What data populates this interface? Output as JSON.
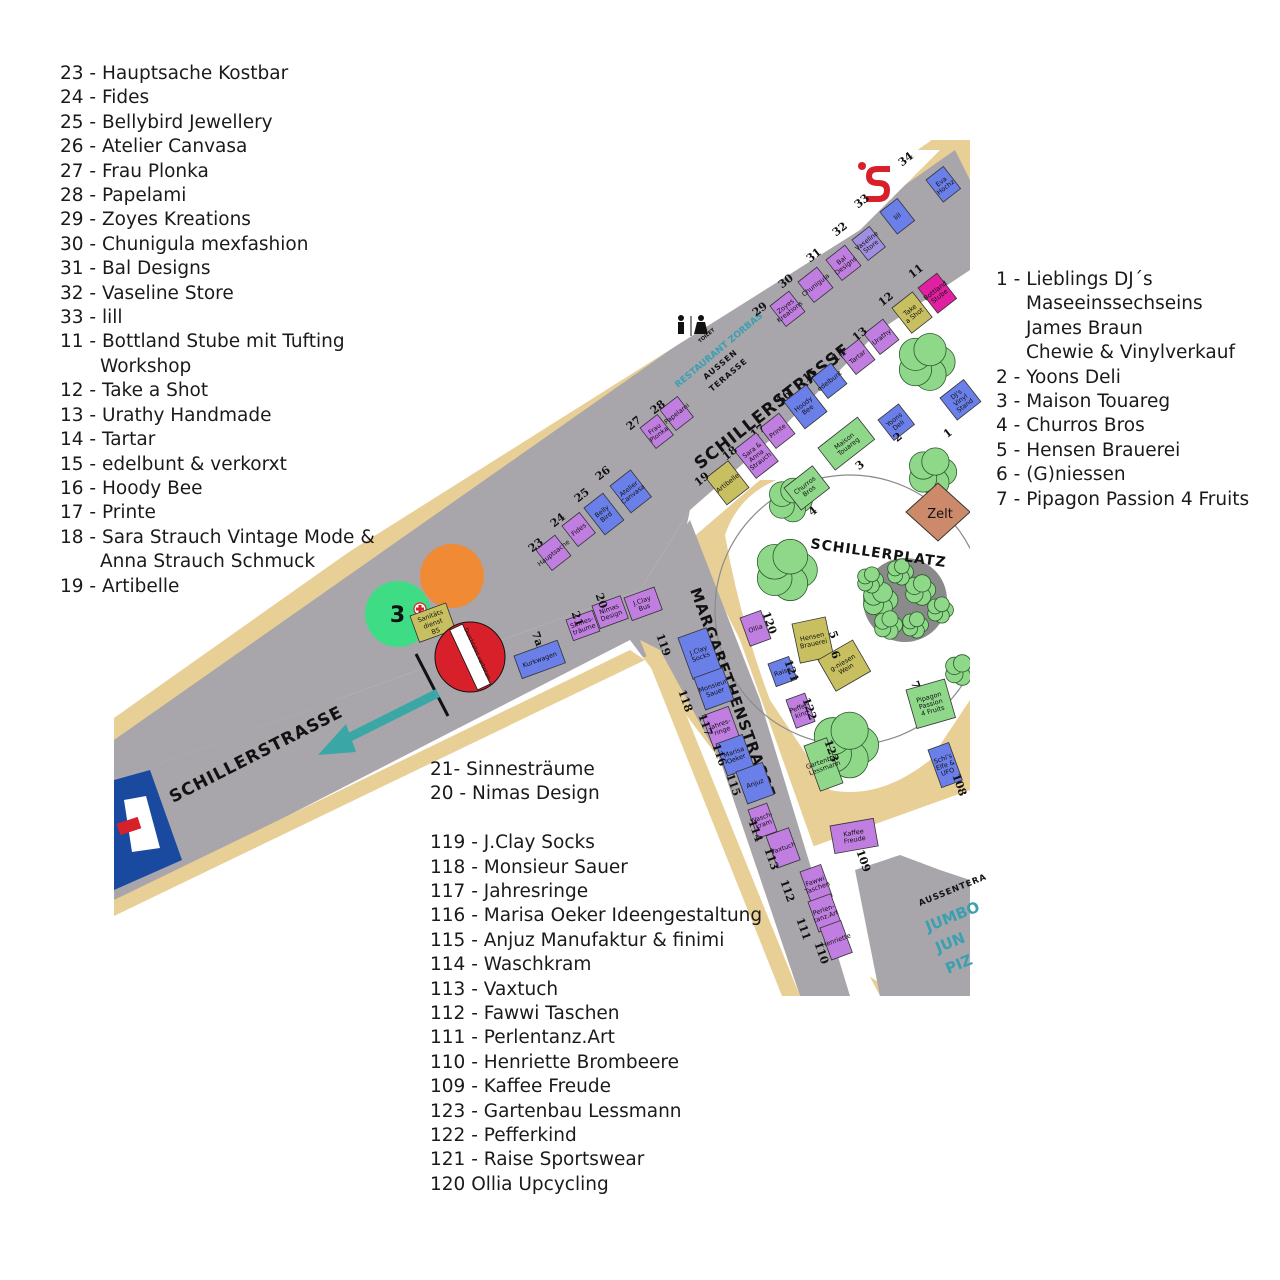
{
  "legend_left": [
    {
      "lines": [
        "23 - Hauptsache Kostbar"
      ]
    },
    {
      "lines": [
        "24 - Fides"
      ]
    },
    {
      "lines": [
        "25 - Bellybird Jewellery"
      ]
    },
    {
      "lines": [
        "26 - Atelier Canvasa"
      ]
    },
    {
      "lines": [
        "27 - Frau Plonka"
      ]
    },
    {
      "lines": [
        "28 - Papelami"
      ]
    },
    {
      "lines": [
        "29 - Zoyes Kreations"
      ]
    },
    {
      "lines": [
        "30 - Chunigula mexfashion"
      ]
    },
    {
      "lines": [
        "31 - Bal Designs"
      ]
    },
    {
      "lines": [
        "32 - Vaseline Store"
      ]
    },
    {
      "lines": [
        "33 - lill"
      ]
    },
    {
      "lines": [
        "11 - Bottland Stube mit Tufting",
        "Workshop"
      ]
    },
    {
      "lines": [
        "12 - Take a Shot"
      ]
    },
    {
      "lines": [
        "13 - Urathy Handmade"
      ]
    },
    {
      "lines": [
        "14 - Tartar"
      ]
    },
    {
      "lines": [
        "15 - edelbunt & verkorxt"
      ]
    },
    {
      "lines": [
        "16 - Hoody Bee"
      ]
    },
    {
      "lines": [
        "17 - Printe"
      ]
    },
    {
      "lines": [
        "18 - Sara Strauch Vintage Mode &",
        "Anna Strauch Schmuck"
      ]
    },
    {
      "lines": [
        "19 - Artibelle"
      ]
    }
  ],
  "legend_right": [
    {
      "lines": [
        "1 - Lieblings DJ´s",
        "Maseeinssechseins",
        "James Braun",
        "Chewie & Vinylverkauf"
      ]
    },
    {
      "lines": [
        "2 - Yoons Deli"
      ]
    },
    {
      "lines": [
        "3 - Maison Touareg"
      ]
    },
    {
      "lines": [
        "4 - Churros Bros"
      ]
    },
    {
      "lines": [
        "5 - Hensen Brauerei"
      ]
    },
    {
      "lines": [
        "6 - (G)niessen"
      ]
    },
    {
      "lines": [
        "7 - Pipagon Passion 4 Fruits"
      ]
    }
  ],
  "legend_bottom": [
    {
      "lines": [
        "21- Sinnesträume"
      ]
    },
    {
      "lines": [
        "20 - Nimas Design"
      ]
    },
    {
      "gap": true
    },
    {
      "lines": [
        "119 - J.Clay Socks"
      ]
    },
    {
      "lines": [
        "118 - Monsieur Sauer"
      ]
    },
    {
      "lines": [
        "117 - Jahresringe"
      ]
    },
    {
      "lines": [
        "116 - Marisa Oeker Ideengestaltung"
      ]
    },
    {
      "lines": [
        "115 - Anjuz Manufaktur & finimi"
      ]
    },
    {
      "lines": [
        "114 - Waschkram"
      ]
    },
    {
      "lines": [
        "113 - Vaxtuch"
      ]
    },
    {
      "lines": [
        "112 - Fawwi Taschen"
      ]
    },
    {
      "lines": [
        "111 - Perlentanz.Art"
      ]
    },
    {
      "lines": [
        "110 - Henriette Brombeere"
      ]
    },
    {
      "lines": [
        "109 - Kaffee Freude"
      ]
    },
    {
      "lines": [
        "123 - Gartenbau Lessmann"
      ]
    },
    {
      "lines": [
        "122 - Pefferkind"
      ]
    },
    {
      "lines": [
        "121 - Raise Sportswear"
      ]
    },
    {
      "lines": [
        "120 Ollia Upcycling"
      ]
    }
  ],
  "map": {
    "colors": {
      "road": "#a8a6ab",
      "sidewalk": "#e8cf95",
      "plaza": "#ffffff",
      "tree": "#8fd88a",
      "arrow": "#3aa6a6",
      "sign_red": "#d8202a",
      "orange_circle": "#f08a35",
      "green_circle": "#3fdc86",
      "zelt": "#cc8a6a",
      "parking": "#1a4aa0"
    },
    "streets": [
      {
        "id": "schiller-upper",
        "label": "SCHILLERSTRASSE"
      },
      {
        "id": "schiller-lower",
        "label": "SCHILLERSTRASSE"
      },
      {
        "id": "margarethen",
        "label": "MARGARETHENSTRASSE"
      },
      {
        "id": "schillerplatz",
        "label": "SCHILLERPLATZ"
      }
    ],
    "restaurant": "RESTAURANT ZORBAS",
    "terrace": [
      "AUSSEN",
      "TERASSE"
    ],
    "toilet": "TOILET",
    "aussenterasse": "AUSSENTERA",
    "jumbo": [
      "JUMBO",
      "JUN",
      "PIZ"
    ],
    "zelt": "Zelt",
    "sign_text": "Durchfahrt verboten",
    "sanitaet": {
      "number": "3",
      "label": [
        "Sanitäts",
        "dienst",
        "BS"
      ]
    },
    "stalls": [
      {
        "id": "s34",
        "num": "34",
        "text": [
          "Eva",
          "Hochz"
        ],
        "color": "#6a7fe8"
      },
      {
        "id": "s33",
        "num": "33",
        "text": [
          "lill"
        ],
        "color": "#6a7fe8"
      },
      {
        "id": "s32",
        "num": "32",
        "text": [
          "Vaseline",
          "Store"
        ],
        "color": "#a08fe0"
      },
      {
        "id": "s31",
        "num": "31",
        "text": [
          "Bal",
          "Designs"
        ],
        "color": "#c07fe0"
      },
      {
        "id": "s30",
        "num": "30",
        "text": [
          "Chunigula"
        ],
        "color": "#c07fe0"
      },
      {
        "id": "s29",
        "num": "29",
        "text": [
          "Zoyes",
          "Kreations"
        ],
        "color": "#c07fe0"
      },
      {
        "id": "s28",
        "num": "28",
        "text": [
          "Papelami"
        ],
        "color": "#c07fe0"
      },
      {
        "id": "s27",
        "num": "27",
        "text": [
          "Frau",
          "Plonka"
        ],
        "color": "#c07fe0"
      },
      {
        "id": "s26",
        "num": "26",
        "text": [
          "Atelier",
          "Canvasa"
        ],
        "color": "#6a7fe8"
      },
      {
        "id": "s25",
        "num": "25",
        "text": [
          "Belly",
          "Bird"
        ],
        "color": "#6a7fe8"
      },
      {
        "id": "s24",
        "num": "24",
        "text": [
          "Fides"
        ],
        "color": "#c07fe0"
      },
      {
        "id": "s23",
        "num": "23",
        "text": [
          "Hauptsache"
        ],
        "color": "#c07fe0"
      },
      {
        "id": "s11",
        "num": "11",
        "text": [
          "Bottland",
          "Stube"
        ],
        "color": "#e020a0"
      },
      {
        "id": "s12",
        "num": "12",
        "text": [
          "Take",
          "a Shot"
        ],
        "color": "#c8c060"
      },
      {
        "id": "s13",
        "num": "13",
        "text": [
          "Urathy"
        ],
        "color": "#c07fe0"
      },
      {
        "id": "s14",
        "num": "14",
        "text": [
          "Tartar"
        ],
        "color": "#c07fe0"
      },
      {
        "id": "s15",
        "num": "15",
        "text": [
          "edelbunt"
        ],
        "color": "#6a7fe8"
      },
      {
        "id": "s16",
        "num": "16",
        "text": [
          "Hoody",
          "Bee"
        ],
        "color": "#6a7fe8"
      },
      {
        "id": "s17",
        "num": "17",
        "text": [
          "Printe"
        ],
        "color": "#c07fe0"
      },
      {
        "id": "s18",
        "num": "18",
        "text": [
          "Sara &",
          "Anna",
          "Strauch"
        ],
        "color": "#c07fe0"
      },
      {
        "id": "s19",
        "num": "19",
        "text": [
          "Artibelle"
        ],
        "color": "#c8c060"
      },
      {
        "id": "s1",
        "num": "1",
        "text": [
          "DJ's",
          "Vinyl",
          "Stand"
        ],
        "color": "#6a7fe8"
      },
      {
        "id": "s2",
        "num": "2",
        "text": [
          "Yoons",
          "Deli"
        ],
        "color": "#6a7fe8"
      },
      {
        "id": "s3",
        "num": "3",
        "text": [
          "Maison",
          "Touareg"
        ],
        "color": "#8fd88a"
      },
      {
        "id": "s4",
        "num": "4",
        "text": [
          "Churros",
          "Bros"
        ],
        "color": "#8fd88a"
      },
      {
        "id": "s5",
        "num": "5",
        "text": [
          "Hensen",
          "Brauerei"
        ],
        "color": "#c8c060"
      },
      {
        "id": "s6",
        "num": "6",
        "text": [
          "g-niesen",
          "Wein"
        ],
        "color": "#c8c060"
      },
      {
        "id": "s7",
        "num": "7",
        "text": [
          "Pipagon",
          "Passion",
          "4 Fruits"
        ],
        "color": "#8fd88a"
      },
      {
        "id": "s21",
        "num": "21",
        "text": [
          "Sinnes-",
          "träume"
        ],
        "color": "#c07fe0"
      },
      {
        "id": "s20",
        "num": "20",
        "text": [
          "Nimas",
          "Design"
        ],
        "color": "#c07fe0"
      },
      {
        "id": "s7a",
        "num": "7a",
        "text": [
          "Kurkwagen"
        ],
        "color": "#6a7fe8"
      },
      {
        "id": "sjc",
        "num": "",
        "text": [
          "J.Clay",
          "Bus"
        ],
        "color": "#c07fe0"
      },
      {
        "id": "s119",
        "num": "119",
        "text": [
          "J.Clay",
          "Socks"
        ],
        "color": "#6a7fe8"
      },
      {
        "id": "s118",
        "num": "118",
        "text": [
          "Monsieur",
          "Sauer"
        ],
        "color": "#6a7fe8"
      },
      {
        "id": "s117",
        "num": "117",
        "text": [
          "Jahres-",
          "ringe"
        ],
        "color": "#c07fe0"
      },
      {
        "id": "s116",
        "num": "116",
        "text": [
          "Marisa",
          "Oeker"
        ],
        "color": "#6a7fe8"
      },
      {
        "id": "s115",
        "num": "115",
        "text": [
          "Anjuz"
        ],
        "color": "#6a7fe8"
      },
      {
        "id": "s114",
        "num": "114",
        "text": [
          "Wasch-",
          "kram"
        ],
        "color": "#c07fe0"
      },
      {
        "id": "s113",
        "num": "113",
        "text": [
          "Vaxtuch"
        ],
        "color": "#c07fe0"
      },
      {
        "id": "s112",
        "num": "112",
        "text": [
          "Fawwi",
          "Taschen"
        ],
        "color": "#c07fe0"
      },
      {
        "id": "s111",
        "num": "111",
        "text": [
          "Perlen-",
          "tanz.Art"
        ],
        "color": "#c07fe0"
      },
      {
        "id": "s110",
        "num": "110",
        "text": [
          "Henriette"
        ],
        "color": "#c07fe0"
      },
      {
        "id": "s120",
        "num": "120",
        "text": [
          "Ollia"
        ],
        "color": "#c07fe0"
      },
      {
        "id": "s121",
        "num": "121",
        "text": [
          "Raise"
        ],
        "color": "#6a7fe8"
      },
      {
        "id": "s122",
        "num": "122",
        "text": [
          "Peffer-",
          "kind"
        ],
        "color": "#c07fe0"
      },
      {
        "id": "s123",
        "num": "123",
        "text": [
          "Gartenbau",
          "Lessmann"
        ],
        "color": "#8fd88a"
      },
      {
        "id": "s109",
        "num": "109",
        "text": [
          "Kaffee",
          "Freude"
        ],
        "color": "#c07fe0"
      },
      {
        "id": "s108",
        "num": "108",
        "text": [
          "Schi's",
          "Elfe &",
          "UFO"
        ],
        "color": "#6a7fe8"
      }
    ]
  }
}
